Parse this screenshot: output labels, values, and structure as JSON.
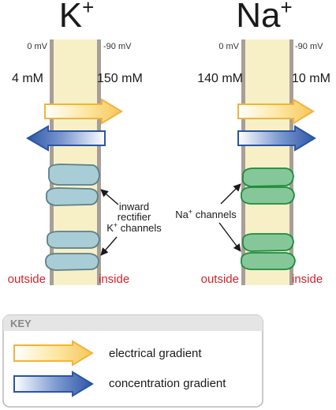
{
  "potassium": {
    "ion": "K",
    "charge": "+",
    "voltage_outside": "0 mV",
    "voltage_inside": "-90 mV",
    "conc_outside": "4 mM",
    "conc_inside": "150 mM",
    "channel_line1": "inward",
    "channel_line2": "rectifier",
    "channel_line3_prefix": "K",
    "channel_line3_sup": "+",
    "channel_line3_suffix": " channels"
  },
  "sodium": {
    "ion": "Na",
    "charge": "+",
    "voltage_outside": "0 mV",
    "voltage_inside": "-90 mV",
    "conc_outside": "140 mM",
    "conc_inside": "10 mM",
    "channel_prefix": "Na",
    "channel_sup": "+",
    "channel_suffix": " channels"
  },
  "sides": {
    "outside": "outside",
    "inside": "inside"
  },
  "key": {
    "heading": "KEY",
    "electrical": "electrical gradient",
    "concentration": "concentration gradient"
  },
  "colors": {
    "membrane_fill": "#f7f0c6",
    "membrane_edge": "#a89e98",
    "electrical_arrow": "#f2b33d",
    "concentration_arrow": "#2a55a3",
    "k_channel": "#a9cdd6",
    "na_channel": "#86c79a",
    "side_label": "#d2232a"
  }
}
